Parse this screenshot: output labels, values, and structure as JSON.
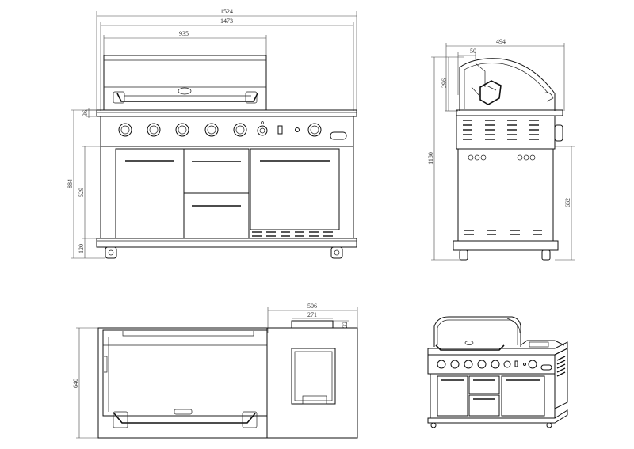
{
  "front_view": {
    "dim_total_width": "1524",
    "dim_body_width": "1473",
    "dim_hood_width": "935",
    "dim_top_thickness": "36",
    "dim_total_height": "884",
    "dim_cabinet_height": "529",
    "dim_base_height": "120"
  },
  "side_view": {
    "dim_depth": "494",
    "dim_handle_offset": "50",
    "dim_hood_height": "296",
    "dim_lid_open_height": "1180",
    "dim_lower_height": "662"
  },
  "top_view": {
    "dim_burner_depth": "506",
    "dim_burner_width": "271",
    "dim_burner_edge": "22",
    "dim_overall_depth": "640"
  }
}
